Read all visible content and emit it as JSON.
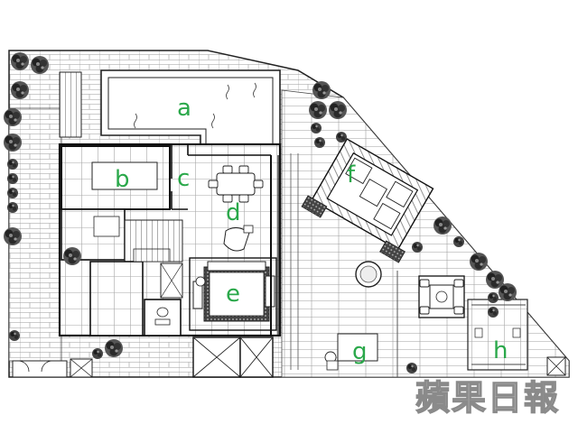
{
  "zone_labels": {
    "a": "a",
    "b": "b",
    "c": "c",
    "d": "d",
    "e": "e",
    "f": "f",
    "g": "g",
    "h": "h"
  },
  "watermark": "蘋果日報",
  "colors": {
    "label": "#2aa84a",
    "line": "#222222",
    "paving": "#9a9a9a"
  }
}
